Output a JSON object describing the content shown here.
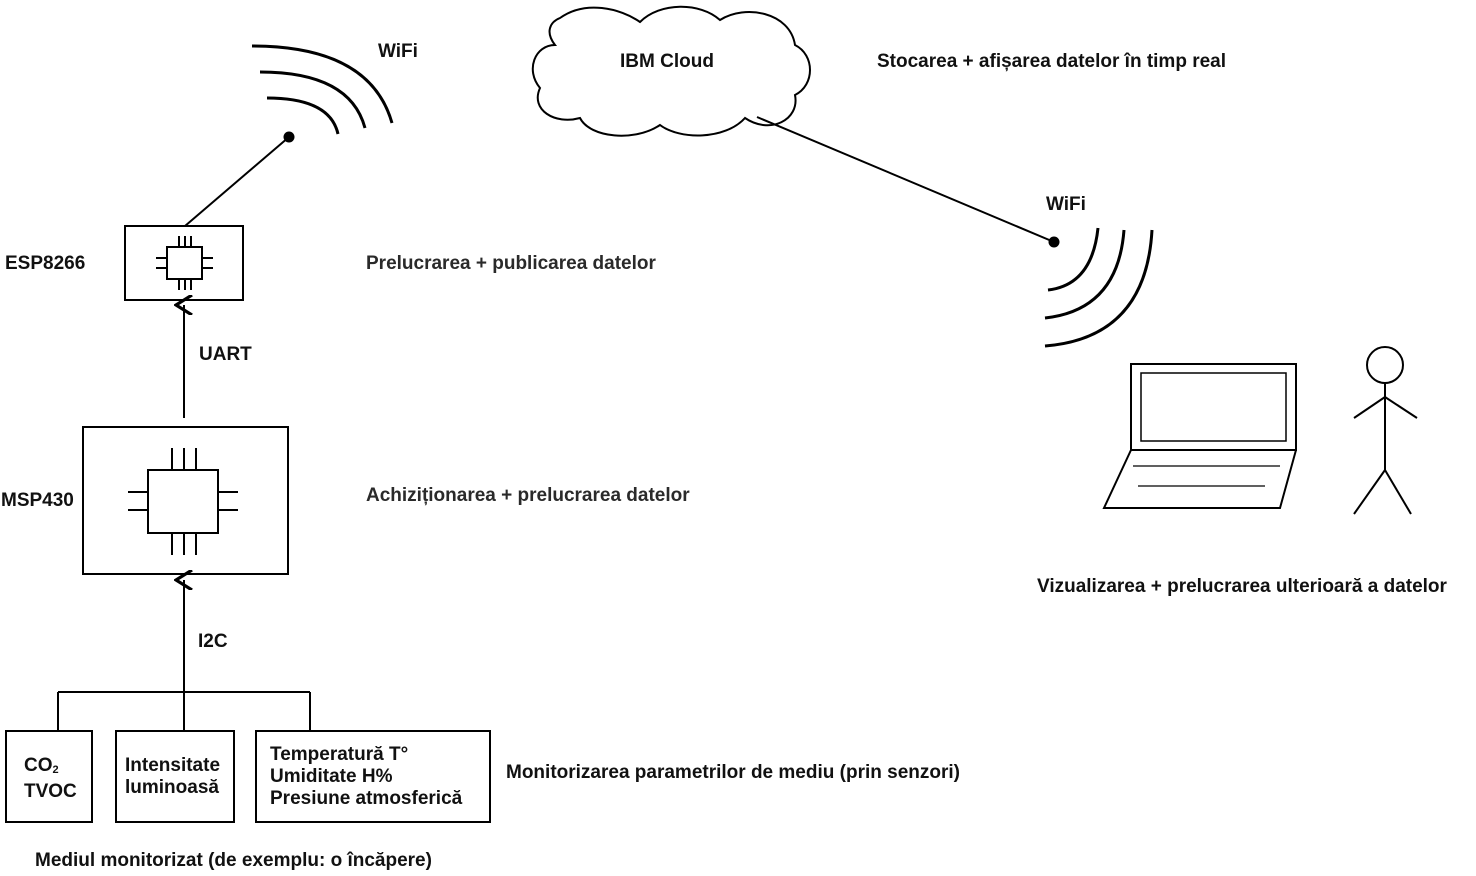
{
  "colors": {
    "stroke": "#000000",
    "text": "#111111",
    "background": "#ffffff"
  },
  "cloud": {
    "label": "IBM Cloud",
    "description": "Stocarea + afișarea datelor în timp real"
  },
  "wifi_left": {
    "label": "WiFi"
  },
  "wifi_right": {
    "label": "WiFi"
  },
  "esp": {
    "label": "ESP8266",
    "description": "Prelucrarea + publicarea datelor",
    "icon": "chip-icon"
  },
  "uart": {
    "label": "UART"
  },
  "msp": {
    "label": "MSP430",
    "description": "Achiziționarea + prelucrarea datelor",
    "icon": "chip-icon"
  },
  "i2c": {
    "label": "I2C"
  },
  "sensors": {
    "description": "Monitorizarea parametrilor de mediu (prin senzori)",
    "co2": {
      "line1_main": "CO",
      "line1_sub": "2",
      "line2": "TVOC"
    },
    "light": {
      "line1": "Intensitate",
      "line2": "luminoasă"
    },
    "env": {
      "line1": "Temperatură T°",
      "line2": "Umiditate H%",
      "line3": "Presiune atmosferică"
    }
  },
  "environment": {
    "label": "Mediul monitorizat (de exemplu: o încăpere)"
  },
  "user_side": {
    "description": "Vizualizarea + prelucrarea ulterioară a datelor",
    "laptop_icon": "laptop-icon",
    "person_icon": "person-icon"
  }
}
